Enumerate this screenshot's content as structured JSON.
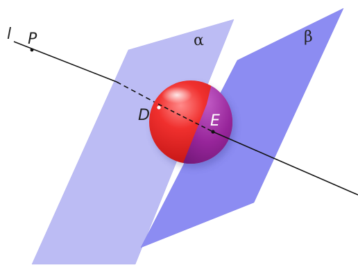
{
  "labels": {
    "line": "l",
    "point_p": "P",
    "plane_alpha": "α",
    "plane_beta": "β",
    "point_d": "D",
    "point_e": "E"
  },
  "colors": {
    "plane_alpha": "#bcbcf4",
    "plane_beta": "#8c8cf2",
    "sphere_red": "#e8242a",
    "sphere_purple": "#8e1c8c",
    "line": "#111111",
    "label_on_sphere": "#ffffff"
  }
}
